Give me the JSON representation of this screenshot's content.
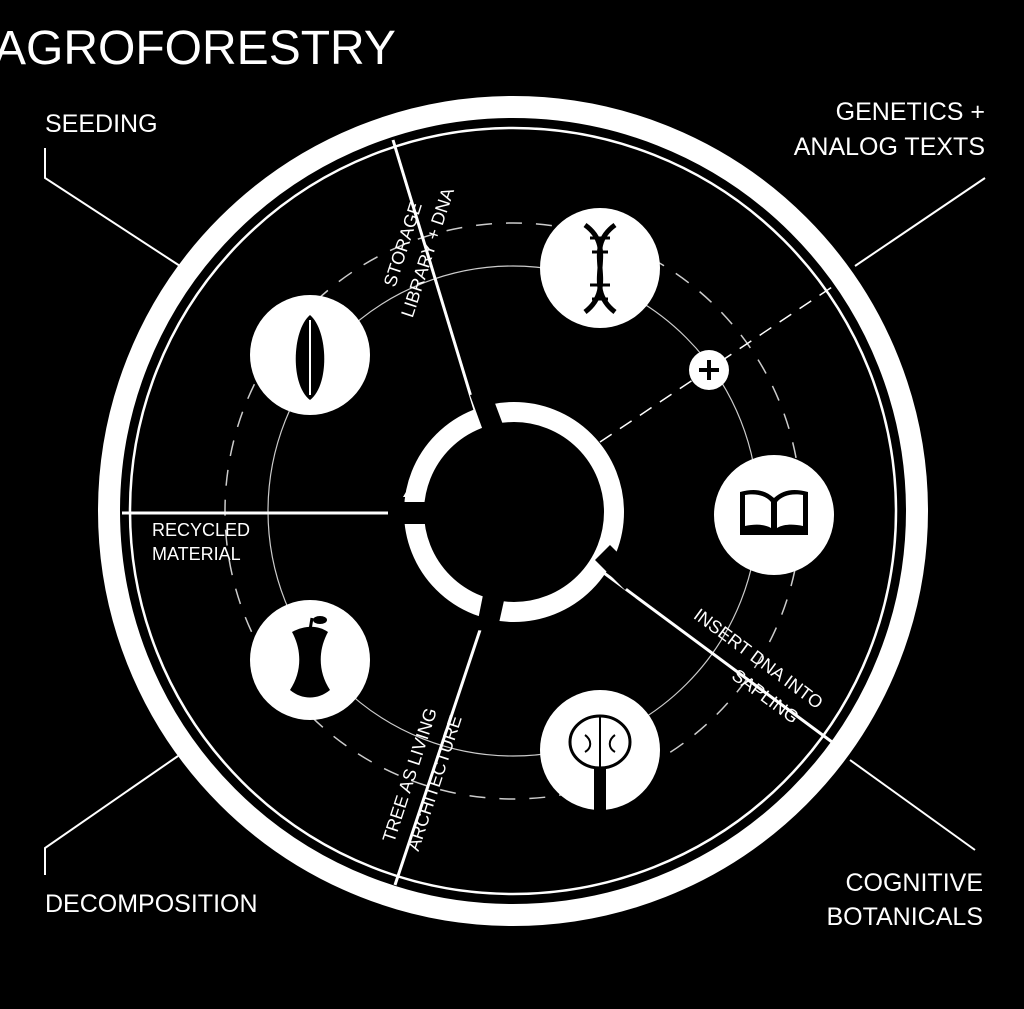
{
  "title": "AGROFORESTRY",
  "corner_labels": {
    "seeding": "SEEDING",
    "genetics_line1": "GENETICS +",
    "genetics_line2": "ANALOG TEXTS",
    "decomposition": "DECOMPOSITION",
    "cognitive_line1": "COGNITIVE",
    "cognitive_line2": "BOTANICALS"
  },
  "segment_labels": {
    "storage": "STORAGE",
    "library_dna": "LIBRARY + DNA",
    "recycled_line1": "RECYCLED",
    "recycled_line2": "MATERIAL",
    "tree_line1": "TREE AS LIVING",
    "tree_line2": "ARCHITECTURE",
    "insert_line1": "INSERT DNA INTO",
    "insert_line2": "SAPLING"
  },
  "icons": [
    "dna-icon",
    "seed-icon",
    "book-icon",
    "apple-core-icon",
    "brain-tree-icon",
    "plus-icon"
  ],
  "colors": {
    "background": "#000000",
    "foreground": "#ffffff"
  }
}
